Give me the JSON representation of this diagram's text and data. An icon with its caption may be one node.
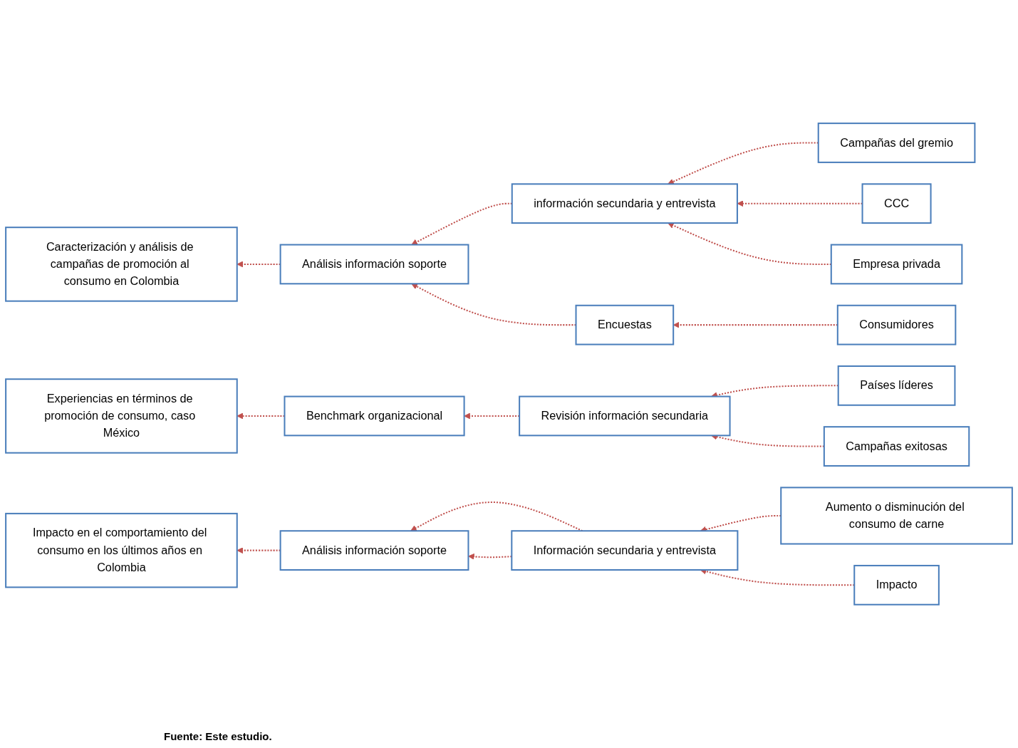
{
  "diagram": {
    "caption": "Fuente: Este estudio.",
    "nodes": [
      {
        "text": [
          "Caracterización y análisis de campañas de promoción al consumo en Colombia"
        ]
      },
      {
        "text": [
          "Campañas del gremio"
        ]
      },
      {
        "text": [
          "CCC"
        ]
      },
      {
        "text": [
          "Empresa privada"
        ]
      },
      {
        "text": [
          "información secundaria y entrevista"
        ]
      },
      {
        "text": [
          "Encuestas"
        ]
      },
      {
        "text": [
          "Consumidores"
        ]
      },
      {
        "text": [
          "Análisis información soporte"
        ]
      },
      {
        "text": [
          "Experiencias en términos de promoción de consumo, caso México"
        ]
      },
      {
        "text": [
          "Países líderes"
        ]
      },
      {
        "text": [
          "Campañas exitosas"
        ]
      },
      {
        "text": [
          "Revisión información secundaria"
        ]
      },
      {
        "text": [
          "Benchmark organizacional"
        ]
      },
      {
        "text": [
          "Impacto en el comportamiento del consumo en los últimos años en Colombia"
        ]
      },
      {
        "text": [
          "Aumento o disminución del consumo de carne"
        ]
      },
      {
        "text": [
          "Impacto"
        ]
      },
      {
        "text": [
          "Información secundaria y entrevista"
        ]
      },
      {
        "text": [
          "Análisis información soporte"
        ]
      }
    ],
    "edges": [
      {
        "from": 1,
        "to": 4,
        "arrow": "to",
        "style": "dashed"
      },
      {
        "from": 2,
        "to": 4,
        "arrow": "to",
        "style": "dashed"
      },
      {
        "from": 3,
        "to": 4,
        "arrow": "to",
        "style": "dashed"
      },
      {
        "from": 6,
        "to": 5,
        "arrow": "to",
        "style": "dashed"
      },
      {
        "from": 4,
        "to": 7,
        "arrow": "to",
        "style": "dashed"
      },
      {
        "from": 5,
        "to": 7,
        "arrow": "to",
        "style": "dashed"
      },
      {
        "from": 7,
        "to": 0,
        "arrow": "to",
        "style": "dashed"
      },
      {
        "from": 9,
        "to": 11,
        "arrow": "to",
        "style": "dashed"
      },
      {
        "from": 10,
        "to": 11,
        "arrow": "to",
        "style": "dashed"
      },
      {
        "from": 11,
        "to": 12,
        "arrow": "to",
        "style": "dashed"
      },
      {
        "from": 12,
        "to": 8,
        "arrow": "to",
        "style": "dashed"
      },
      {
        "from": 14,
        "to": 16,
        "arrow": "to",
        "style": "dashed"
      },
      {
        "from": 15,
        "to": 16,
        "arrow": "to",
        "style": "dashed"
      },
      {
        "from": 16,
        "to": 17,
        "arrow": "to",
        "style": "dashed"
      },
      {
        "from": 16,
        "to": 17,
        "arrow": "to",
        "style": "dashed"
      },
      {
        "from": 17,
        "to": 13,
        "arrow": "to",
        "style": "dashed"
      }
    ]
  }
}
